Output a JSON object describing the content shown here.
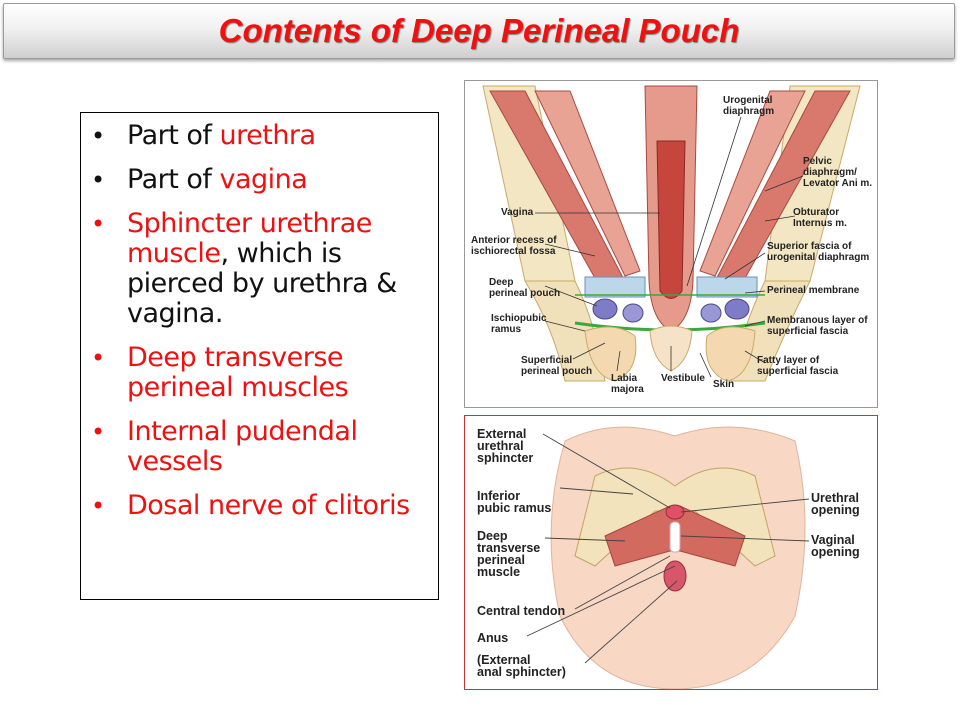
{
  "slide": {
    "title": "Contents of Deep Perineal Pouch"
  },
  "bullets": [
    {
      "parts": [
        {
          "text": "Part of ",
          "color": "black"
        },
        {
          "text": "urethra",
          "color": "red"
        }
      ]
    },
    {
      "parts": [
        {
          "text": "Part of ",
          "color": "black"
        },
        {
          "text": "vagina",
          "color": "red"
        }
      ]
    },
    {
      "parts": [
        {
          "text": "Sphincter urethrae muscle",
          "color": "red"
        },
        {
          "text": ", which is pierced by urethra & vagina.",
          "color": "black"
        }
      ]
    },
    {
      "parts": [
        {
          "text": "Deep transverse perineal muscles",
          "color": "red"
        }
      ]
    },
    {
      "parts": [
        {
          "text": "Internal pudendal vessels",
          "color": "red"
        }
      ]
    },
    {
      "parts": [
        {
          "text": "Dosal nerve of clitoris",
          "color": "red"
        }
      ]
    }
  ],
  "colors": {
    "red": "#ee1111",
    "black": "#111111"
  },
  "figure1": {
    "labels": {
      "urogenital": "Urogenital\ndiaphragm",
      "pelvic": "Pelvic\ndiaphragm/\nLevator Ani m.",
      "vagina": "Vagina",
      "obturator": "Obturator\nInternus m.",
      "anterior_recess": "Anterior recess of\nischiorectal fossa",
      "superior_fascia": "Superior fascia of\nurogenital diaphragm",
      "deep_pouch": "Deep\nperineal pouch",
      "perineal_membrane": "Perineal membrane",
      "ischiopubic": "Ischiopubic\nramus",
      "membranous": "Membranous layer of\nsuperficial fascia",
      "superficial_pouch": "Superficial\nperineal pouch",
      "fatty": "Fatty layer of\nsuperficial fascia",
      "labia": "Labia\nmajora",
      "vestibule": "Vestibule",
      "skin": "Skin"
    }
  },
  "figure2": {
    "labels": {
      "external_sphincter": "External\nurethral\nsphincter",
      "inferior_ramus": "Inferior\npubic ramus",
      "deep_transverse": "Deep\ntransverse\nperineal\nmuscle",
      "central_tendon": "Central tendon",
      "anus": "Anus",
      "external_anal": "(External\nanal sphincter)",
      "urethral_opening": "Urethral\nopening",
      "vaginal_opening": "Vaginal\nopening"
    }
  }
}
